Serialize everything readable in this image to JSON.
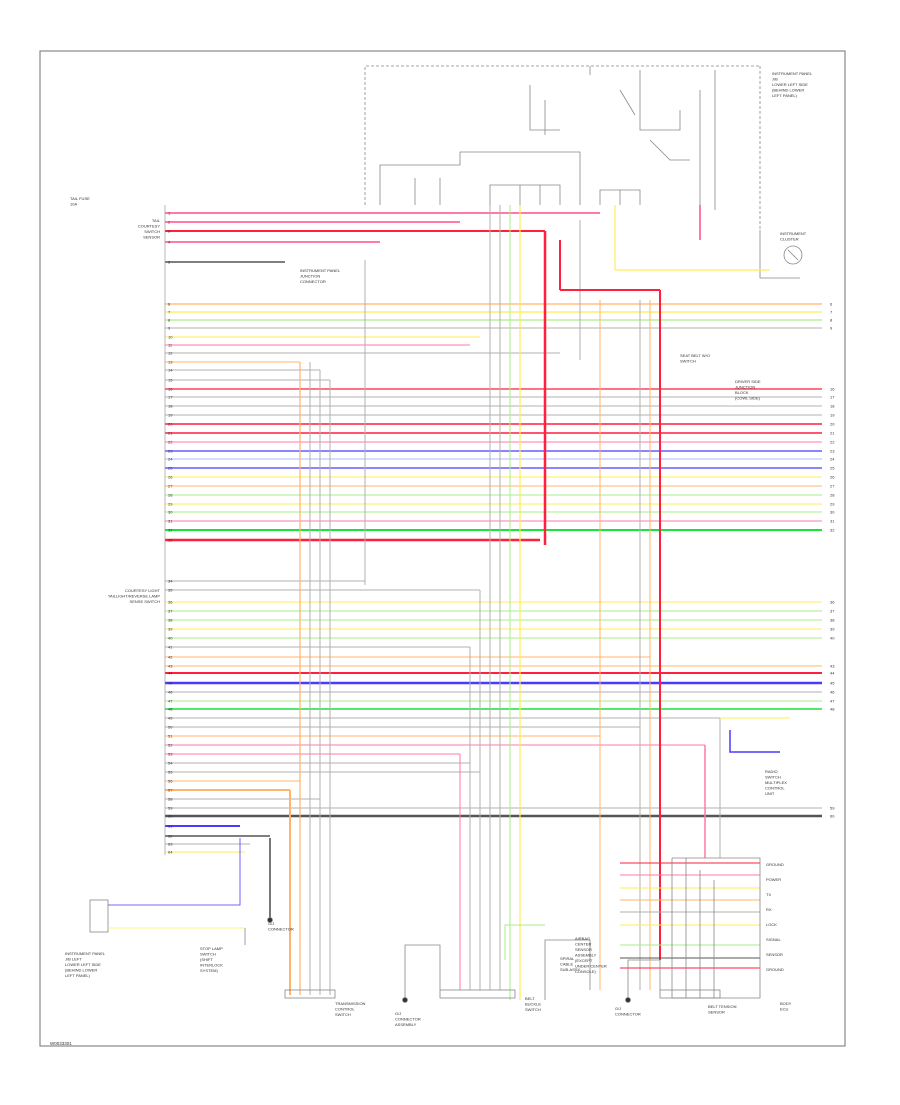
{
  "diagram": {
    "corner_code": "W0033301",
    "top_left_label": [
      "TAIL FUSE",
      "10A"
    ],
    "left_inputs": [
      "TAIL",
      "COURTESY",
      "SWITCH",
      "SENSOR"
    ],
    "instrument_panel_label": [
      "INSTRUMENT PANEL",
      "JUNCTION",
      "CONNECTOR"
    ],
    "seat_belt_label": [
      "SEAT BELT W/O",
      "SWITCH"
    ],
    "right_top_label": [
      "INSTRUMENT PANEL",
      "J/B",
      "LOWER LEFT SIDE",
      "(BEHIND LOWER",
      "LEFT PANEL)"
    ],
    "combination_meter_label": [
      "INSTRUMENT",
      "CLUSTER"
    ],
    "airbag_label": [
      "AIRBAG",
      "CENTER",
      "SENSOR",
      "ASSEMBLY",
      "(EXCEPT",
      "UNDER CENTER",
      "CONSOLE)"
    ],
    "bottom_labels": [
      [
        "INSTRUMENT PANEL",
        "J/B LEFT",
        "LOWER LEFT SIDE",
        "(BEHIND LOWER",
        "LEFT PANEL)"
      ],
      [
        "STOP LAMP",
        "SWITCH",
        "(SHIFT",
        "INTERLOCK",
        "SYSTEM)"
      ],
      [
        "G/J",
        "CONNECTOR"
      ],
      [
        "TRANSMISSION",
        "CONTROL",
        "SWITCH"
      ],
      [
        "G/J",
        "CONNECTOR",
        "ASSEMBLY"
      ],
      [
        "BELT",
        "BUCKLE",
        "SWITCH"
      ],
      [
        "SPIRAL",
        "CABLE",
        "SUB-ASSY"
      ],
      [
        "G/J",
        "CONNECTOR"
      ],
      [
        "BELT TENSION",
        "SENSOR"
      ],
      [
        "BODY",
        "ECU"
      ]
    ],
    "mid_left_labels": [
      "COURTESY LIGHT",
      "TAILLIGHT/REVERSE LAMP",
      "SENSE SWITCH"
    ],
    "right_mid_labels": [
      "DRIVER SIDE",
      "JUNCTION",
      "BLOCK",
      "(COWL SIDE)"
    ],
    "lower_right_labels": [
      "RADIO",
      "SWITCH",
      "MULTIPLEX",
      "CONTROL",
      "UNIT"
    ],
    "right_box_pins": [
      "GROUND",
      "POWER",
      "TX",
      "RX",
      "LOCK",
      "SIGNAL",
      "SENSOR",
      "GROUND"
    ],
    "wire_colors": {
      "pink": "#ff7aa8",
      "red": "#ff1f3f",
      "orange": "#ffb46b",
      "yellow": "#ffec55",
      "lightgreen": "#a8ee86",
      "green": "#19e23a",
      "blue": "#4a3aff",
      "lightblue": "#aab8ff",
      "gray": "#b0b0b0",
      "darkgray": "#555555",
      "frame": "#888888"
    }
  }
}
